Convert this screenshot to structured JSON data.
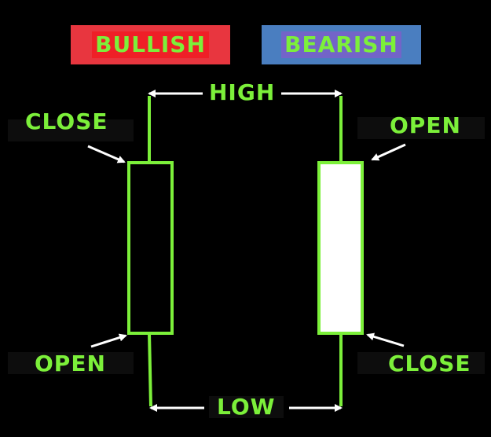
{
  "colors": {
    "background": "#000000",
    "candle": "#7CF03A",
    "bullish_badge": "#E8363F",
    "bullish_badge_inner": "#EF1F27",
    "bearish_badge": "#4A7EC0",
    "bearish_badge_inner": "#7364C8",
    "bearish_body": "#FFFFFF",
    "arrow": "#FFFFFF"
  },
  "badges": {
    "bullish": "BULLISH",
    "bearish": "BEARISH"
  },
  "labels": {
    "high": "HIGH",
    "low": "LOW",
    "bullish_close": "CLOSE",
    "bullish_open": "OPEN",
    "bearish_open": "OPEN",
    "bearish_close": "CLOSE"
  }
}
